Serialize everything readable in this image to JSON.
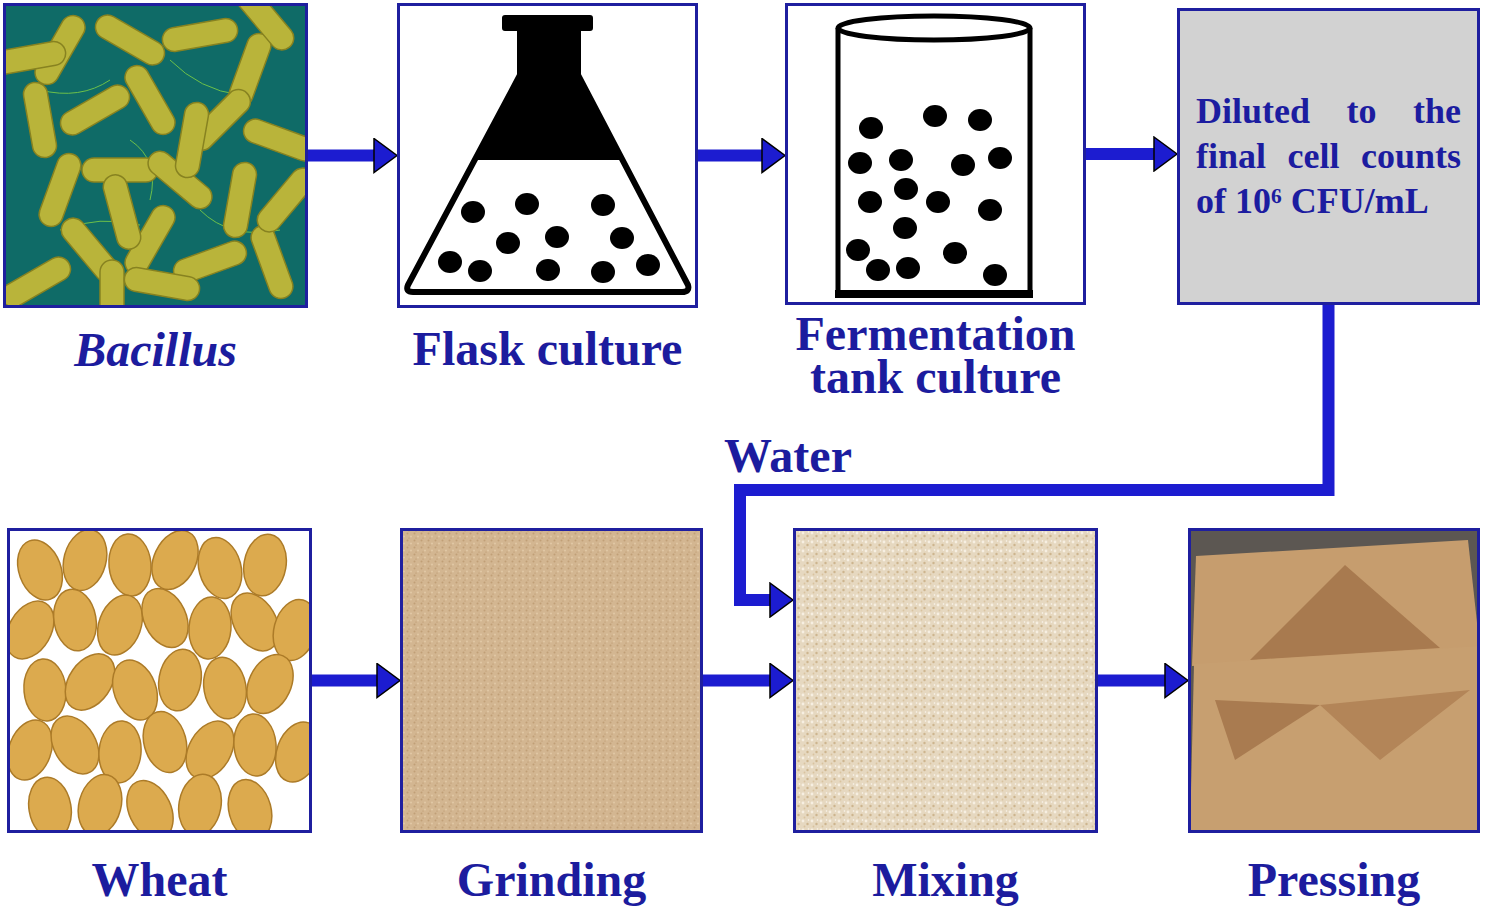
{
  "diagram": {
    "nodes": [
      {
        "text": [
          "Bacillus"
        ]
      },
      {
        "text": [
          "Flask culture"
        ]
      },
      {
        "text": [
          "Fermentation tank culture"
        ]
      },
      {
        "text": [
          "Diluted to the final cell counts of 10⁶ CFU/mL"
        ]
      },
      {
        "text": [
          "Wheat"
        ]
      },
      {
        "text": [
          "Grinding"
        ]
      },
      {
        "text": [
          "Mixing"
        ]
      },
      {
        "text": [
          "Pressing"
        ]
      }
    ],
    "edges": [
      {
        "from": 0,
        "to": 1,
        "arrow": "to"
      },
      {
        "from": 1,
        "to": 2,
        "arrow": "to"
      },
      {
        "from": 2,
        "to": 3,
        "arrow": "to"
      },
      {
        "from": 3,
        "to": 6,
        "label": "Water",
        "arrow": "to"
      },
      {
        "from": 4,
        "to": 5,
        "arrow": "to"
      },
      {
        "from": 5,
        "to": 6,
        "arrow": "to"
      },
      {
        "from": 6,
        "to": 7,
        "arrow": "to"
      }
    ]
  }
}
